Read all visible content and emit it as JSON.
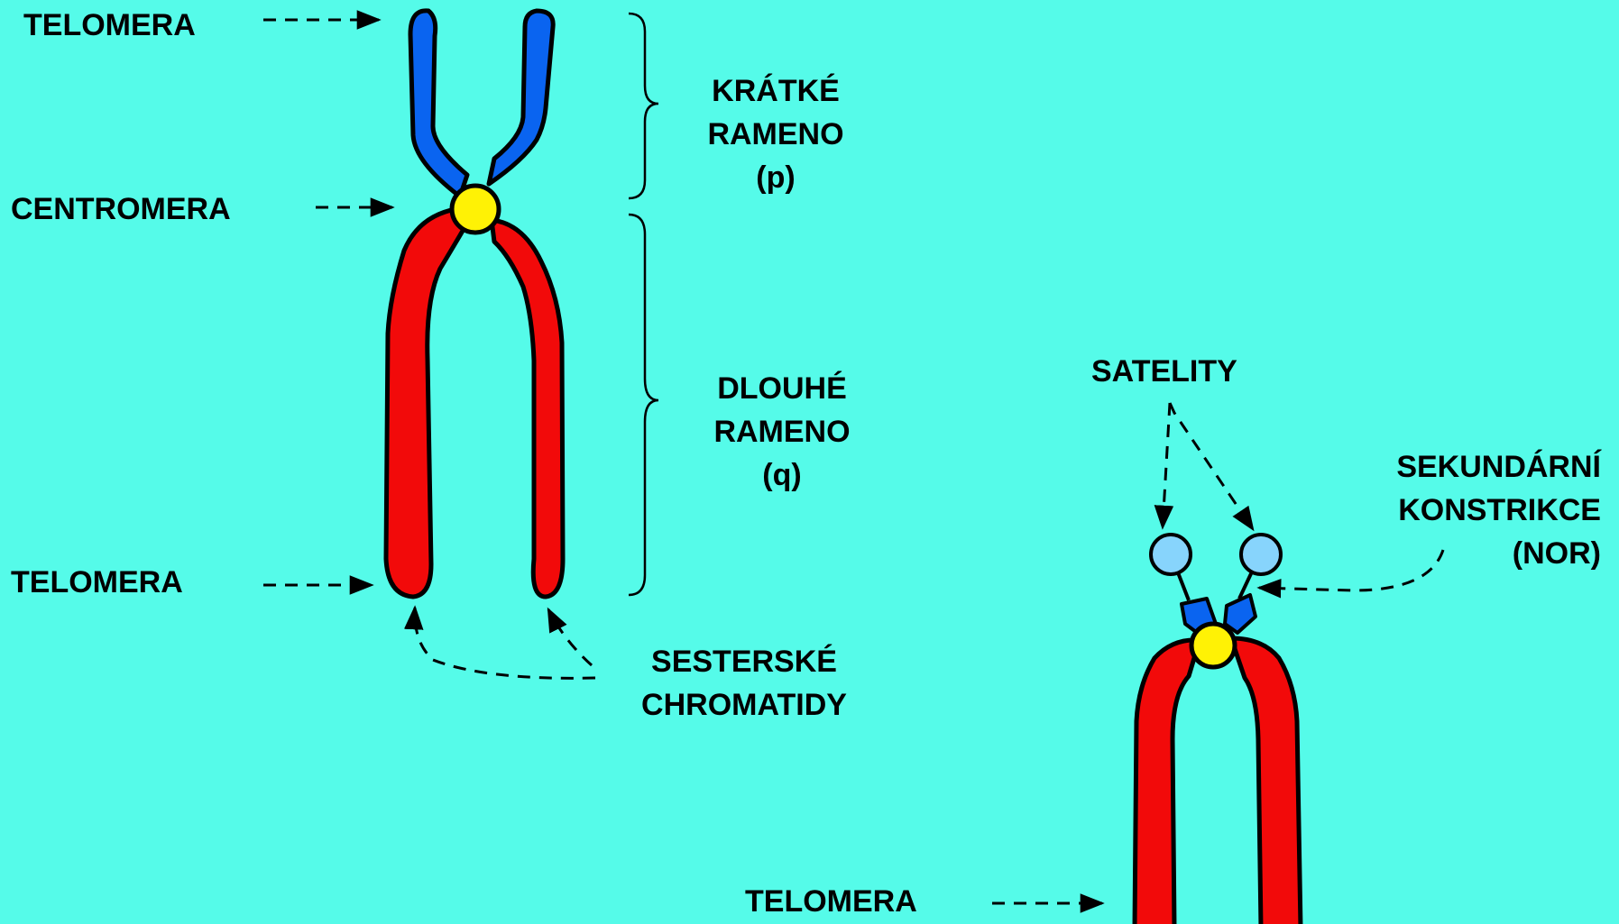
{
  "labels": {
    "telomera_top": "TELOMERA",
    "centromera": "CENTROMERA",
    "telomera_bottom": "TELOMERA",
    "kratke_rameno": [
      "KRÁTKÉ",
      "RAMENO",
      "(p)"
    ],
    "dlouhe_rameno": [
      "DLOUHÉ",
      "RAMENO",
      "(q)"
    ],
    "sesterske_chromatidy": [
      "SESTERSKÉ",
      "CHROMATIDY"
    ],
    "satelity": "SATELITY",
    "sekundarni_konstrikce": [
      "SEKUNDÁRNÍ",
      "KONSTRIKCE",
      "(NOR)"
    ],
    "telomera_second": "TELOMERA"
  },
  "colors": {
    "background": "#55FBE9",
    "short_arm": "#0A64F0",
    "long_arm": "#F20A0A",
    "centromere": "#FFF205",
    "satellite": "#87D4FC",
    "outline": "#000000"
  }
}
